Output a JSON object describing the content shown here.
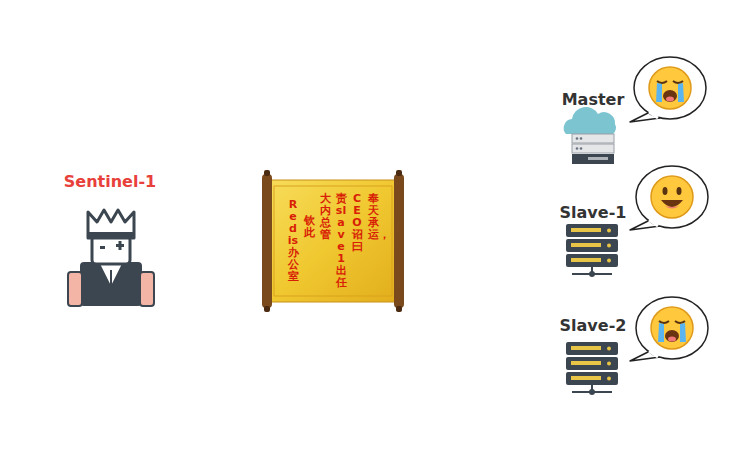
{
  "diagram": {
    "nodes": [
      {
        "text": [
          "Sentinel-1"
        ]
      },
      {
        "text": [
          "奉天承运，",
          "CEO诏曰",
          "责slave1出任",
          "大内总管",
          "钦此",
          "Redis办公室"
        ]
      },
      {
        "text": [
          "Master"
        ]
      },
      {
        "text": [
          "Slave-1"
        ]
      },
      {
        "text": [
          "Slave-2"
        ]
      }
    ]
  }
}
